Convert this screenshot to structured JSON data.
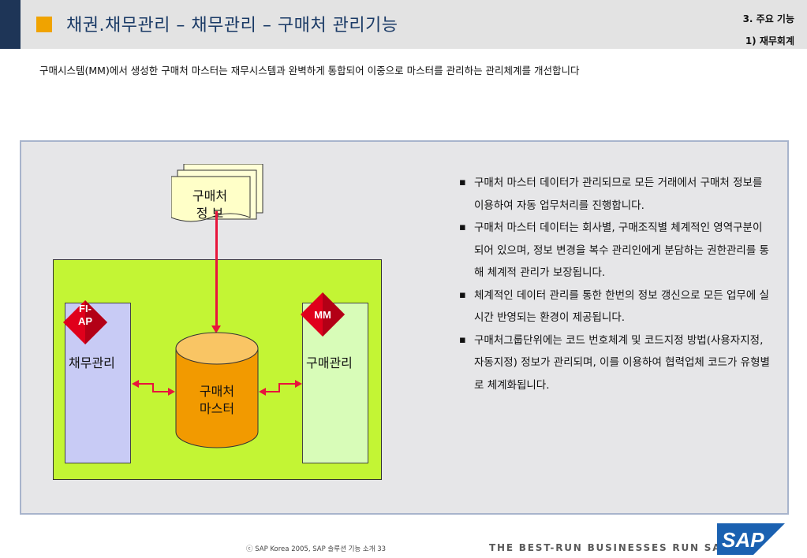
{
  "header": {
    "title": "채권.채무관리 – 채무관리 – 구매처 관리기능",
    "section": "3. 주요 기능",
    "subsection": "1) 재무회계"
  },
  "subtitle": "구매시스템(MM)에서 생성한 구매처 마스터는 재무시스템과 완벽하게 통합되어 이중으로 마스터를 관리하는 관리체계를 개선합니다",
  "diagram": {
    "doc_label_line1": "구매처",
    "doc_label_line2": "정 보",
    "left_badge_line1": "FI-",
    "left_badge_line2": "AP",
    "left_label": "채무관리",
    "right_badge": "MM",
    "right_label": "구매관리",
    "master_line1": "구매처",
    "master_line2": "마스터"
  },
  "bullets": [
    "구매처 마스터 데이터가 관리되므로 모든 거래에서 구매처 정보를 이용하여 자동 업무처리를 진행합니다.",
    "구매처 마스터 데이터는 회사별, 구매조직별 체계적인 영역구분이 되어 있으며, 정보 변경을 복수 관리인에게 분담하는 권한관리를 통해 체계적 관리가 보장됩니다.",
    "체계적인 데이터 관리를 통한 한번의 정보 갱신으로 모든 업무에 실시간 반영되는 환경이 제공됩니다.",
    "구매처그룹단위에는 코드 번호체계 및 코드지정 방법(사용자지정, 자동지정) 정보가 관리되며, 이를 이용하여 협력업체 코드가 유형별로 체계화됩니다."
  ],
  "footer": {
    "copyright": "ⓒ  SAP Korea 2005, SAP 솔루션 기능 소개    33",
    "tagline": "THE BEST-RUN BUSINESSES RUN SAP",
    "logo": "SAP"
  },
  "colors": {
    "navy": "#1e3557",
    "orange": "#f0a300",
    "green_box": "#c3f534",
    "arrow_red": "#e8143c",
    "badge_red": "#e0001b"
  }
}
